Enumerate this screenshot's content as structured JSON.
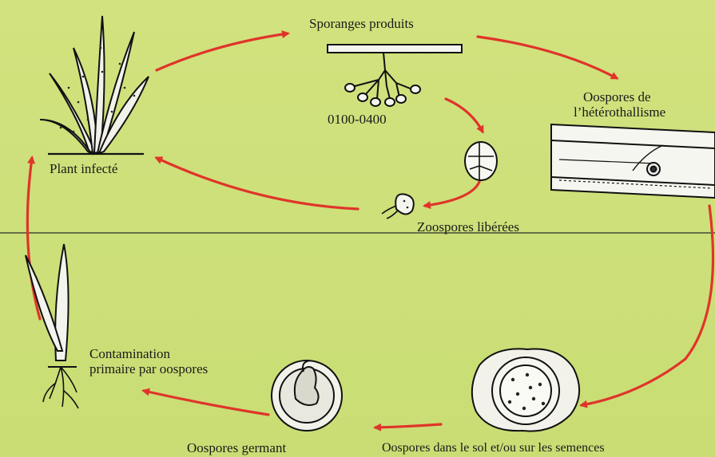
{
  "labels": {
    "sporanges": "Sporanges produits",
    "code": "0100-0400",
    "heterothallisme_l1": "Oospores de",
    "heterothallisme_l2": "l’hétérothallisme",
    "plant_infecte": "Plant infecté",
    "zoospores": "Zoospores libérées",
    "contamination_l1": "Contamination",
    "contamination_l2": "primaire par oospores",
    "oospores_germant": "Oospores germant",
    "oospores_sol": "Oospores dans le sol et/ou sur les semences"
  },
  "colors": {
    "background": "#cfe07a",
    "arrow": "#e0342a",
    "ink": "#1a1a1a"
  }
}
